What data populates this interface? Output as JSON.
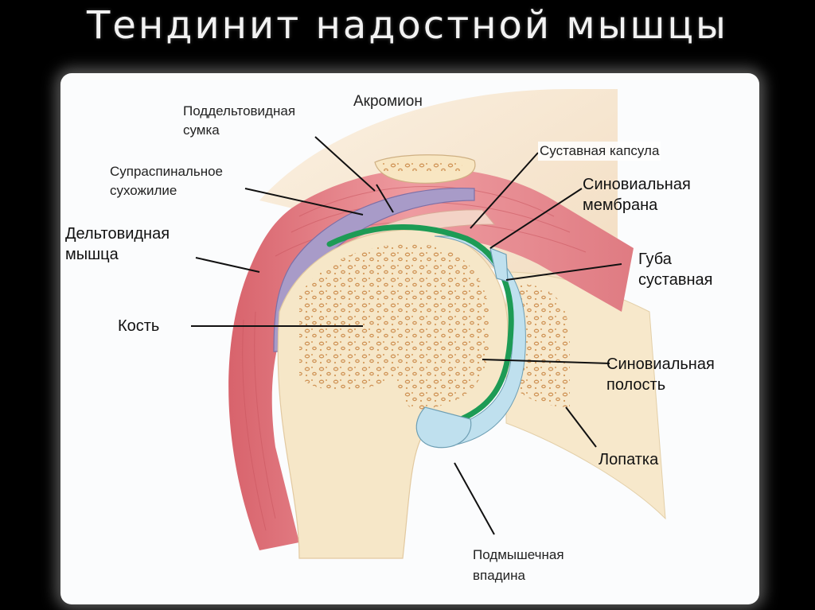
{
  "title": "Тендинит надостной мышцы",
  "labels": {
    "acromion": "Акромион",
    "subdeltoid_bursa_1": "Поддельтовидная",
    "subdeltoid_bursa_2": "сумка",
    "supraspinatus_1": "Супраспинальное",
    "supraspinatus_2": "сухожилие",
    "deltoid_1": "Дельтовидная",
    "deltoid_2": "мышца",
    "bone": "Кость",
    "joint_capsule": "Суставная капсула",
    "synovial_membrane_1": "Синовиальная",
    "synovial_membrane_2": "мембрана",
    "labrum_1": "Губа",
    "labrum_2": "суставная",
    "synovial_cavity_1": "Синовиальная",
    "synovial_cavity_2": "полость",
    "scapula": "Лопатка",
    "axilla_1": "Подмышечная",
    "axilla_2": "впадина"
  },
  "colors": {
    "muscle": "#e58f95",
    "muscle_dark": "#c9555e",
    "bursa": "#a89bc8",
    "bone": "#f6e7c8",
    "bone_dot": "#d39a5a",
    "skin": "#f8e9d2",
    "synovial_membrane": "#1d9b55",
    "synovial_cavity": "#bfe0ee"
  }
}
